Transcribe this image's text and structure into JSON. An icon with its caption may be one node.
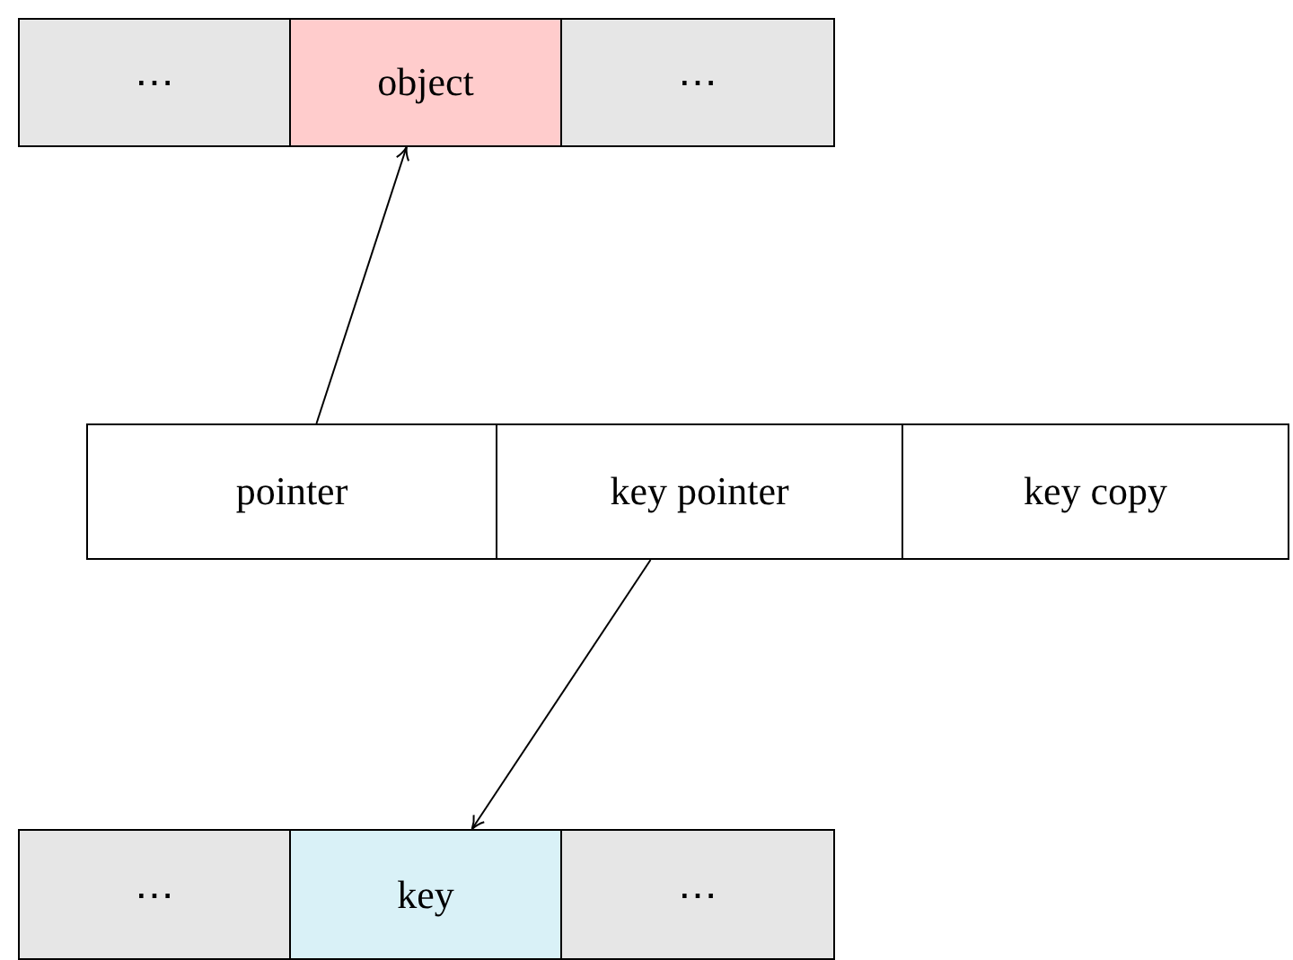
{
  "diagram": {
    "nodes": [
      {
        "text": [
          "⋯"
        ]
      },
      {
        "text": [
          "object"
        ]
      },
      {
        "text": [
          "⋯"
        ]
      },
      {
        "text": [
          "pointer"
        ]
      },
      {
        "text": [
          "key pointer"
        ]
      },
      {
        "text": [
          "key copy"
        ]
      },
      {
        "text": [
          "⋯"
        ]
      },
      {
        "text": [
          "key"
        ]
      },
      {
        "text": [
          "⋯"
        ]
      }
    ],
    "edges": [
      {
        "from": 3,
        "to": 1,
        "arrow": "to"
      },
      {
        "from": 4,
        "to": 7,
        "arrow": "to"
      }
    ]
  }
}
